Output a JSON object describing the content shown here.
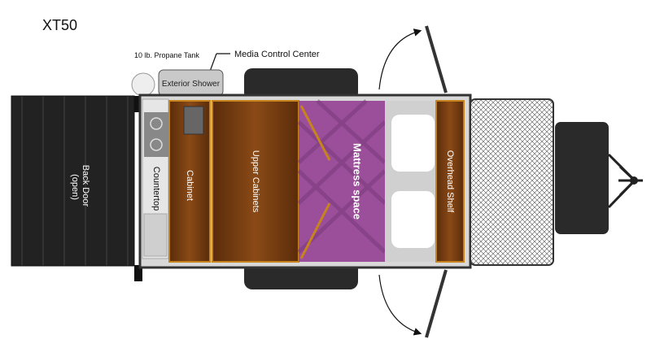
{
  "title": "XT50",
  "labels": {
    "propane_tank": "10 lb. Propane Tank",
    "media_control_center": "Media Control Center",
    "exterior_shower": "Exterior Shower",
    "back_door_line1": "Back Door",
    "back_door_line2": "(open)",
    "countertop": "Countertop",
    "cabinet": "Cabinet",
    "upper_cabinets": "Upper Cabinets",
    "mattress_space": "Mattress space",
    "overhead_shelf": "Overhead Shelf"
  },
  "colors": {
    "mattress": "#9b4f9b",
    "wood": "#7a3f12",
    "wood_edge": "#c8841c",
    "frame": "#333333",
    "door": "#1e1e1e",
    "tire": "#2a2a2a"
  }
}
